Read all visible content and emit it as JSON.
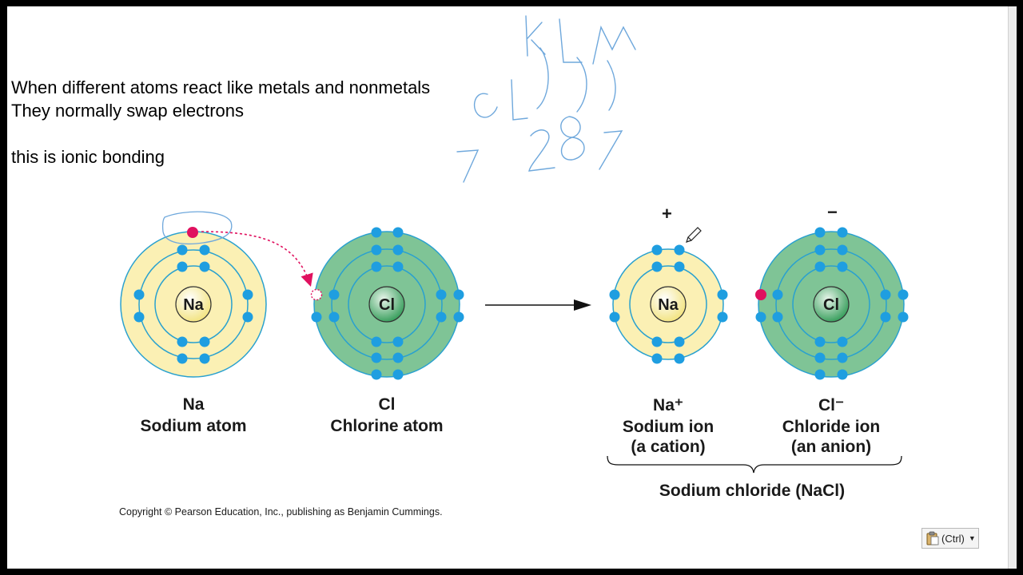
{
  "intro": {
    "line1": "When different atoms react like metals and nonmetals",
    "line2": "They normally swap electrons",
    "line3": "this is ionic bonding"
  },
  "handwriting": {
    "marks": [
      "K",
      "L",
      "M",
      "Cl",
      "2",
      "8",
      "7"
    ]
  },
  "atoms": [
    {
      "symbol": "Na",
      "symbol_label": "Na",
      "name": "Sodium atom",
      "sub": ""
    },
    {
      "symbol": "Cl",
      "symbol_label": "Cl",
      "name": "Chlorine atom",
      "sub": ""
    },
    {
      "symbol": "Na",
      "symbol_label": "Na⁺",
      "name": "Sodium ion",
      "sub": "(a cation)",
      "charge": "+"
    },
    {
      "symbol": "Cl",
      "symbol_label": "Cl⁻",
      "name": "Chloride ion",
      "sub": "(an anion)",
      "charge": "−"
    }
  ],
  "compound_label": "Sodium chloride (NaCl)",
  "copyright": "Copyright © Pearson Education, Inc., publishing as Benjamin Cummings.",
  "paste_button": {
    "label": "(Ctrl)",
    "icon": "clipboard-icon"
  },
  "colors": {
    "sodium_fill": "#fbf0b4",
    "chlorine_fill": "#7fc496",
    "shell_ring": "#2aa1cf",
    "electron": "#1f9ee0",
    "transferred_electron": "#e0115f"
  }
}
